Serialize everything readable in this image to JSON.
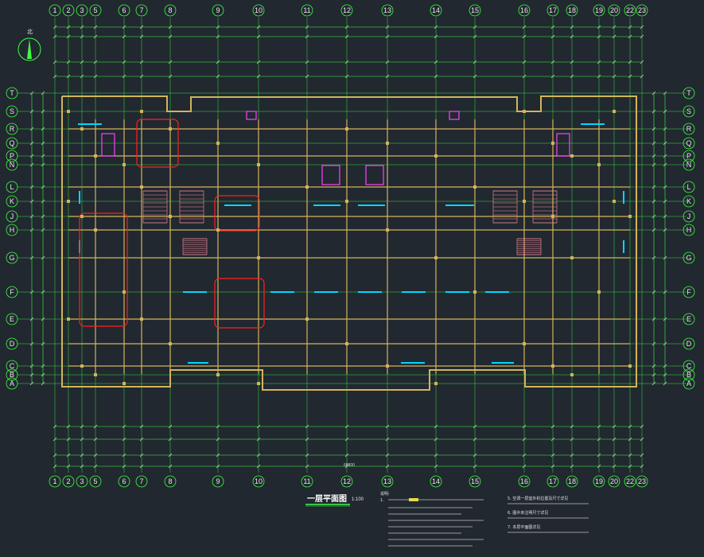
{
  "drawing": {
    "title": "一层平面图",
    "scale": "1:100",
    "north_label": "北",
    "notes_heading": "说明:",
    "notes_left_prefix": "1.",
    "notes_right": [
      "5. 空调一层室外机位置及尺寸详见",
      "6. 图中未注明尺寸详见",
      "7. 本层平面图详见"
    ]
  },
  "axes": {
    "numbers": [
      "1",
      "2",
      "3",
      "5",
      "6",
      "7",
      "8",
      "9",
      "10",
      "11",
      "12",
      "13",
      "14",
      "15",
      "16",
      "17",
      "18",
      "19",
      "20",
      "22",
      "23"
    ],
    "letters": [
      "T",
      "S",
      "R",
      "Q",
      "P",
      "N",
      "L",
      "K",
      "J",
      "H",
      "G",
      "F",
      "E",
      "D",
      "C",
      "B",
      "A"
    ]
  },
  "dimensions": {
    "overall_length": "68800"
  },
  "colors": {
    "background": "#212830",
    "axis_lines": "#3dff3d",
    "walls": "#d2b45a",
    "windows": "#00d8ff",
    "highlight": "#ff2020",
    "stairs": "#ff8ca0",
    "accent_magenta": "#ff40ff"
  },
  "icons": [
    "north-arrow-icon"
  ]
}
